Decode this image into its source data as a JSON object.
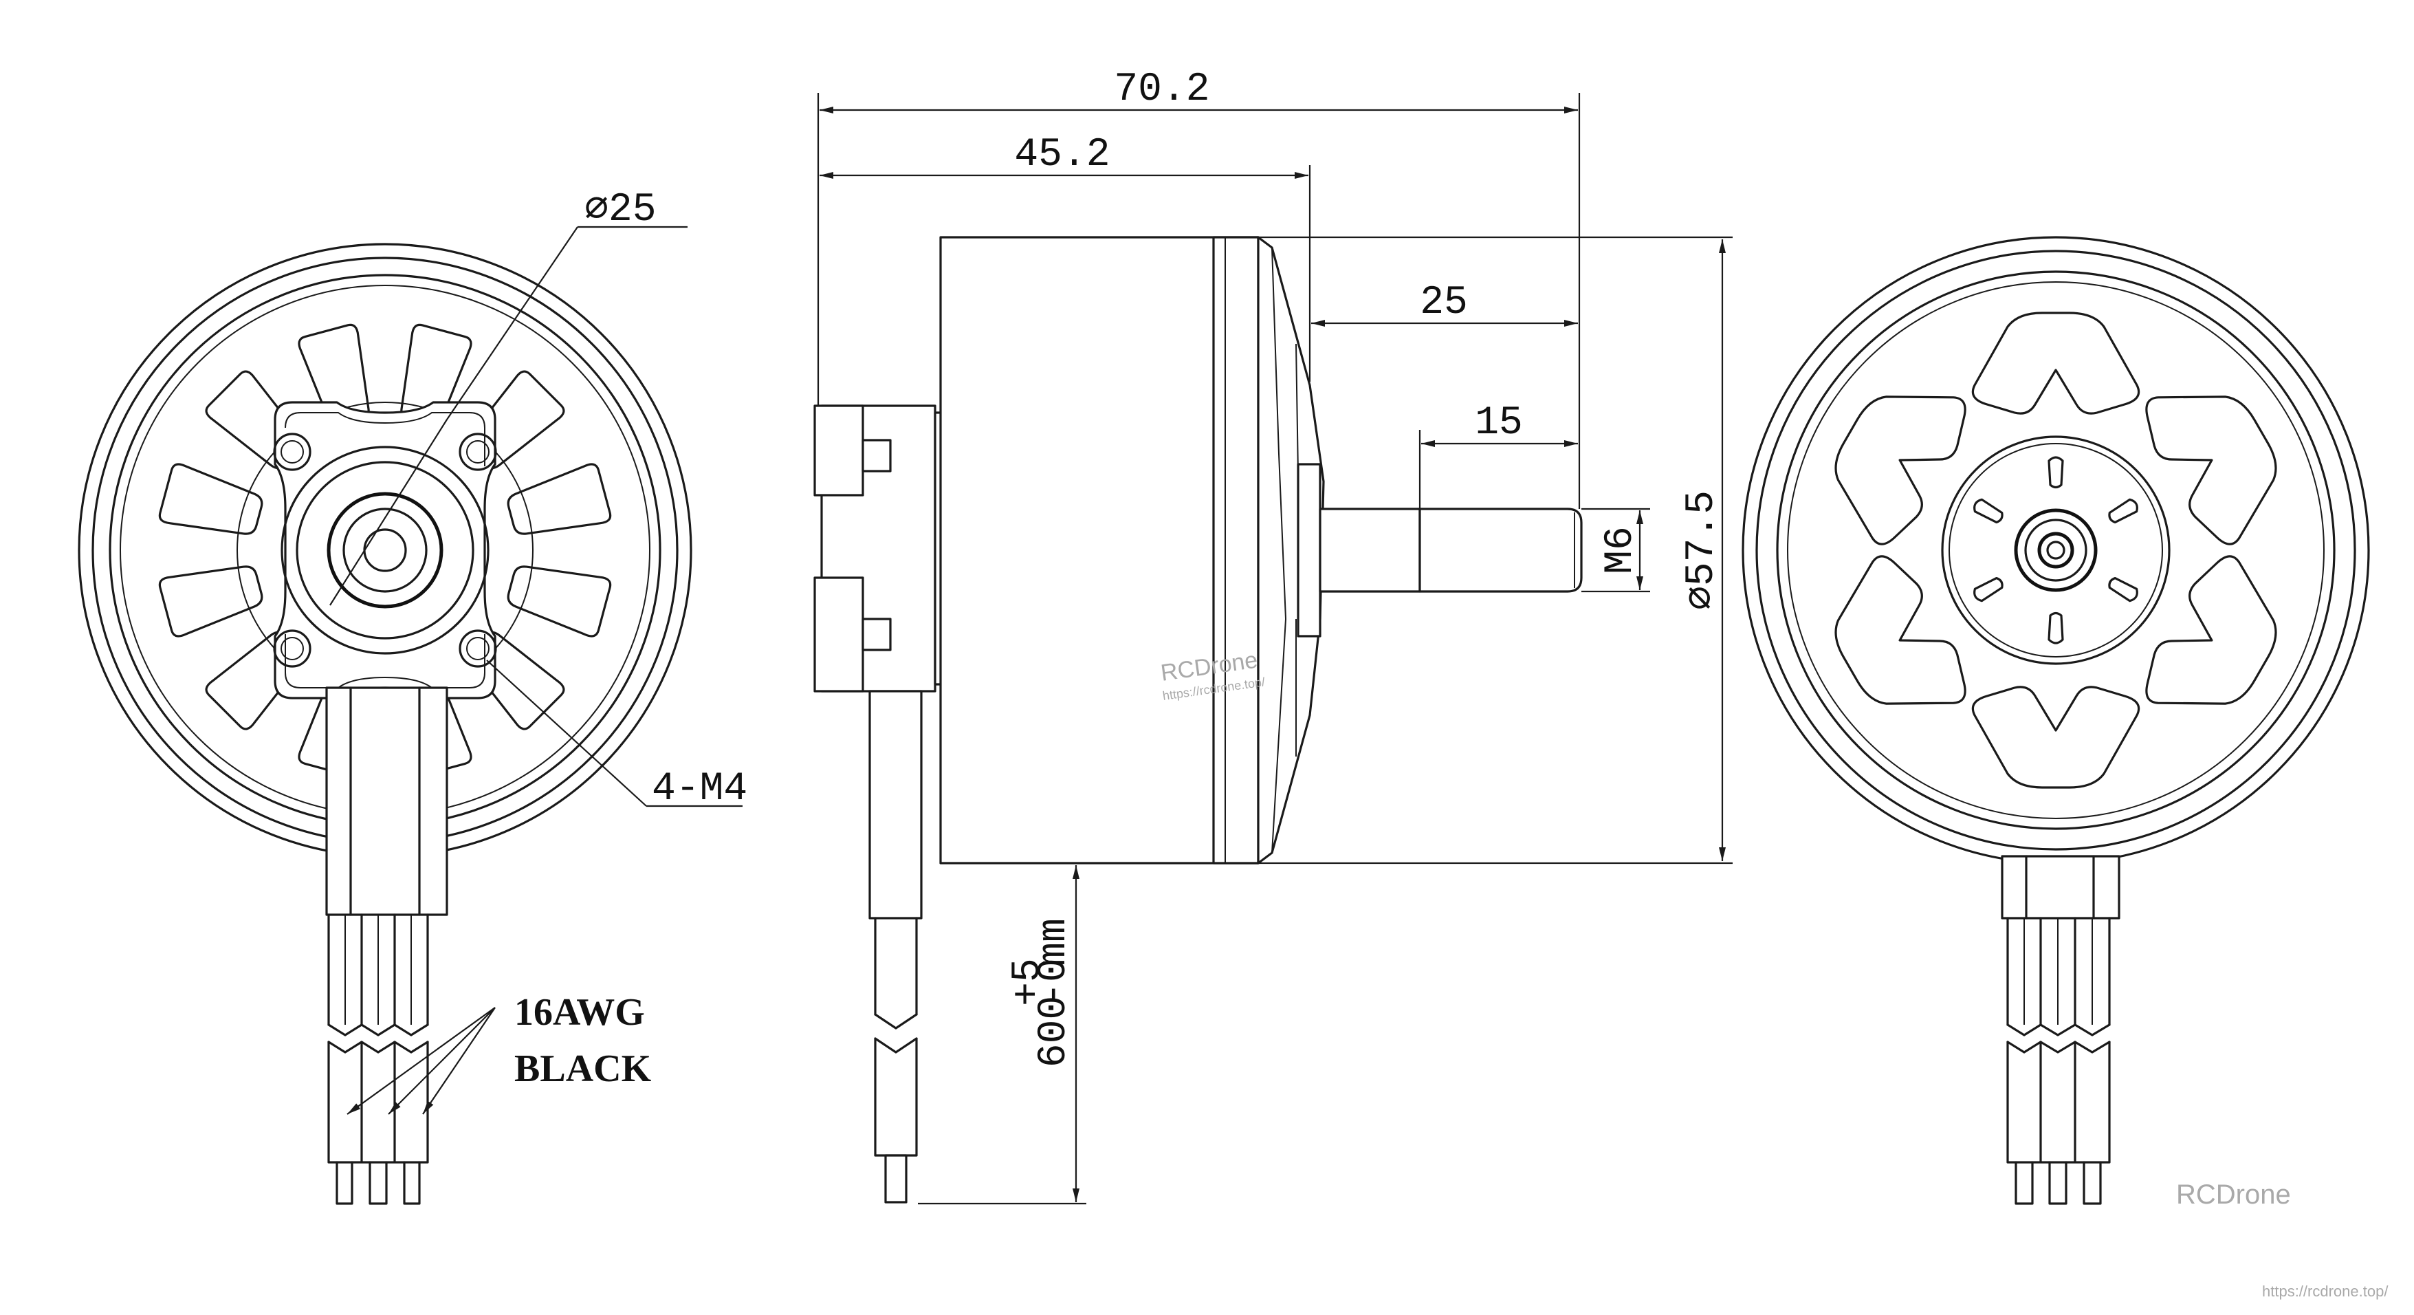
{
  "dimensions": {
    "overall_length": "70.2",
    "body_length": "45.2",
    "shaft_length": "25",
    "thread_length": "15",
    "thread": "M6",
    "diameter": "⌀57.5",
    "cable_length": "600",
    "cable_tolerance_upper": "+5",
    "cable_tolerance_lower": "-0",
    "cable_unit": "mm",
    "front_boss_diameter": "⌀25",
    "mount_holes": "4-M4"
  },
  "wire_note": {
    "gauge": "16AWG",
    "color": "BLACK"
  },
  "watermarks": {
    "center_brand": "RCDrone",
    "center_url": "https://rcdrone.top/",
    "corner_brand": "RCDrone",
    "corner_url": "https://rcdrone.top/"
  },
  "colors": {
    "line": "#1a1a1a",
    "watermark": "#a9a9a9",
    "background": "#ffffff"
  }
}
